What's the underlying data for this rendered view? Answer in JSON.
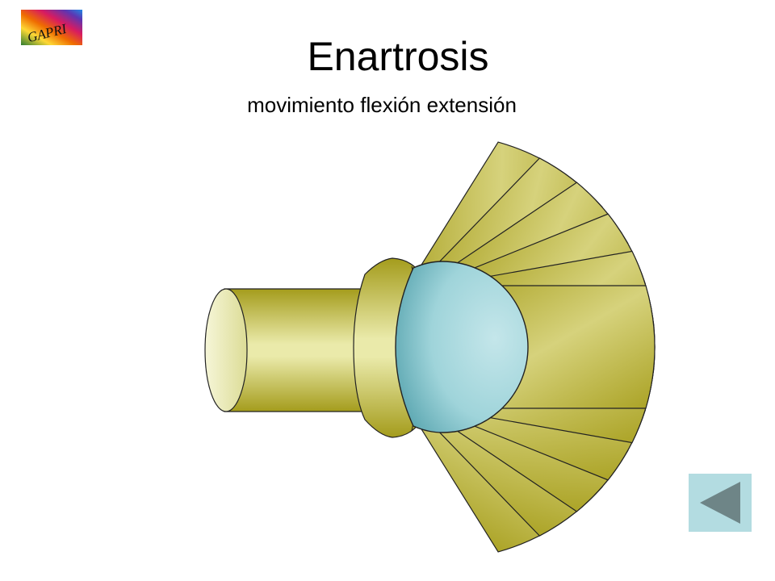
{
  "slide": {
    "title": "Enartrosis",
    "subtitle": "movimiento flexión extensión"
  },
  "logo": {
    "text": "GAPRI",
    "icon": "rainbow-logo"
  },
  "nav": {
    "back_icon": "triangle-left-icon"
  },
  "colors": {
    "shaft_dark": "#a8a01e",
    "shaft_light": "#f2f2c8",
    "ball": "#8ecfd6",
    "button_bg": "#b3dce1",
    "button_arrow": "#6e8587"
  }
}
